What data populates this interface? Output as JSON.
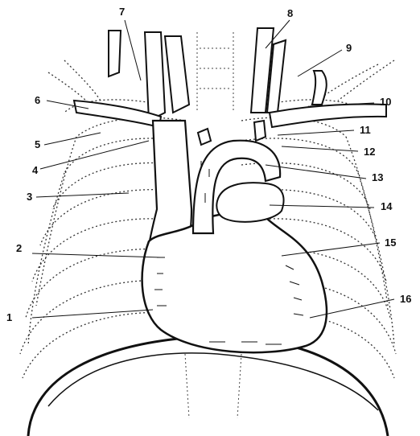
{
  "figure": {
    "colors": {
      "ink": "#111111",
      "rib": "#333333",
      "paper": "#ffffff"
    },
    "labels": {
      "n1": "1",
      "n2": "2",
      "n3": "3",
      "n4": "4",
      "n5": "5",
      "n6": "6",
      "n7": "7",
      "n8": "8",
      "n9": "9",
      "n10": "10",
      "n11": "11",
      "n12": "12",
      "n13": "13",
      "n14": "14",
      "n15": "15",
      "n16": "16"
    }
  }
}
